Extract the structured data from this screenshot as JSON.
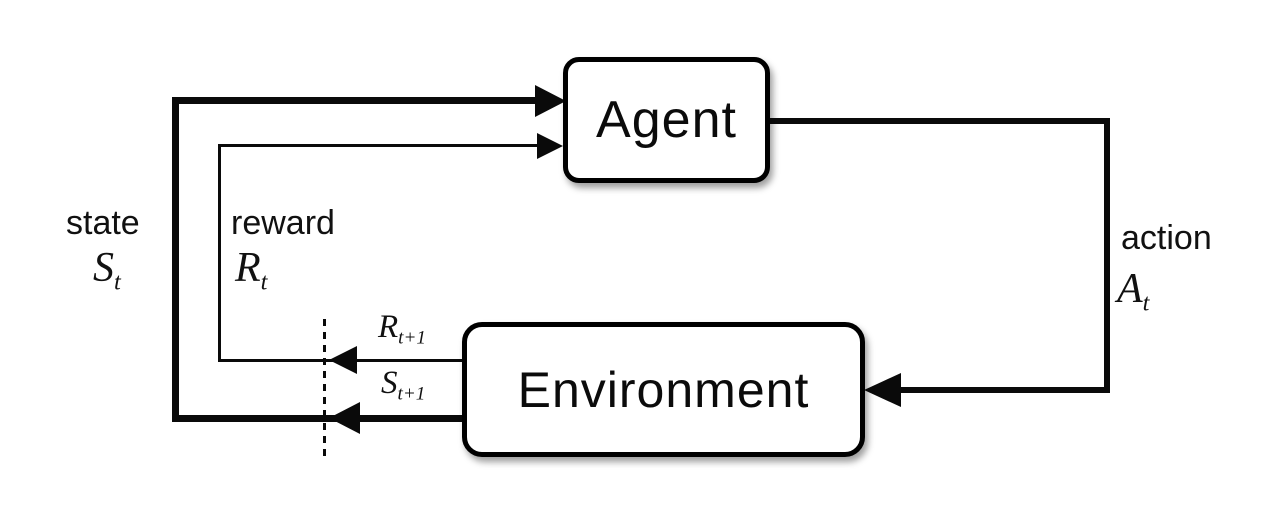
{
  "diagram": {
    "type": "agent-environment-interaction-loop",
    "nodes": {
      "agent": {
        "label": "Agent"
      },
      "environment": {
        "label": "Environment"
      }
    },
    "labels": {
      "state": {
        "word": "state",
        "base": "S",
        "sub": "t"
      },
      "reward": {
        "word": "reward",
        "base": "R",
        "sub": "t"
      },
      "action": {
        "word": "action",
        "base": "A",
        "sub": "t"
      },
      "next_reward": {
        "base": "R",
        "sub": "t+1"
      },
      "next_state": {
        "base": "S",
        "sub": "t+1"
      }
    },
    "edges": [
      {
        "from": "agent",
        "to": "environment",
        "label": "action A_t",
        "style": "thick-solid"
      },
      {
        "from": "environment",
        "to": "agent",
        "label": "state S_t (S_t+1 across time boundary)",
        "style": "thick-solid"
      },
      {
        "from": "environment",
        "to": "agent",
        "label": "reward R_t (R_t+1 across time boundary)",
        "style": "thin-solid"
      }
    ],
    "time_boundary": {
      "style": "vertical-dashed-line"
    },
    "colors": {
      "line": "#0a0a0a",
      "text": "#111111",
      "node_fill": "#ffffff",
      "node_border": "#000000",
      "background": "#ffffff"
    }
  }
}
